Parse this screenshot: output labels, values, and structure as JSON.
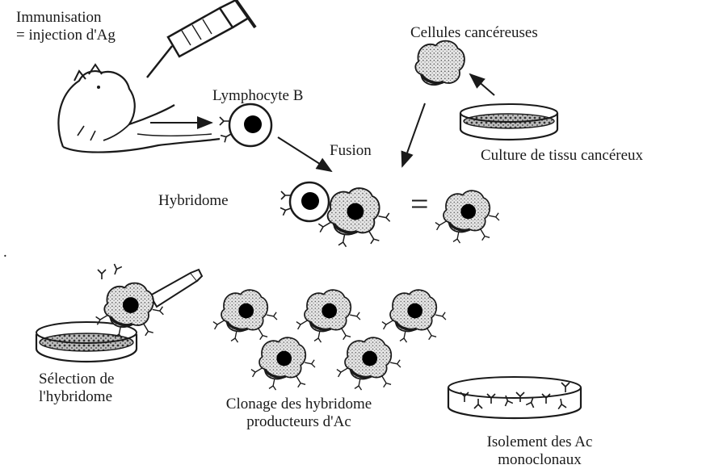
{
  "labels": {
    "immunisation_line1": "Immunisation",
    "immunisation_line2": "= injection d'Ag",
    "cellules_cancereuses": "Cellules cancéreuses",
    "lymphocyte_b": "Lymphocyte B",
    "fusion": "Fusion",
    "culture_tissu": "Culture de tissu cancéreux",
    "hybridome": "Hybridome",
    "equals_sign": "=",
    "selection_line1": "Sélection de",
    "selection_line2": "l'hybridome",
    "clonage_line1": "Clonage des hybridome",
    "clonage_line2": "producteurs d'Ac",
    "isolement_line1": "Isolement des Ac",
    "isolement_line2": "monoclonaux",
    "stray_dot": "."
  },
  "colors": {
    "ink": "#1a1a1a",
    "cell_fill": "#d6d6d6",
    "nucleus": "#000000"
  },
  "icons": [
    "syringe-icon",
    "mouse-icon",
    "petri-dish-icon",
    "pipette-icon",
    "antibody-icon"
  ]
}
